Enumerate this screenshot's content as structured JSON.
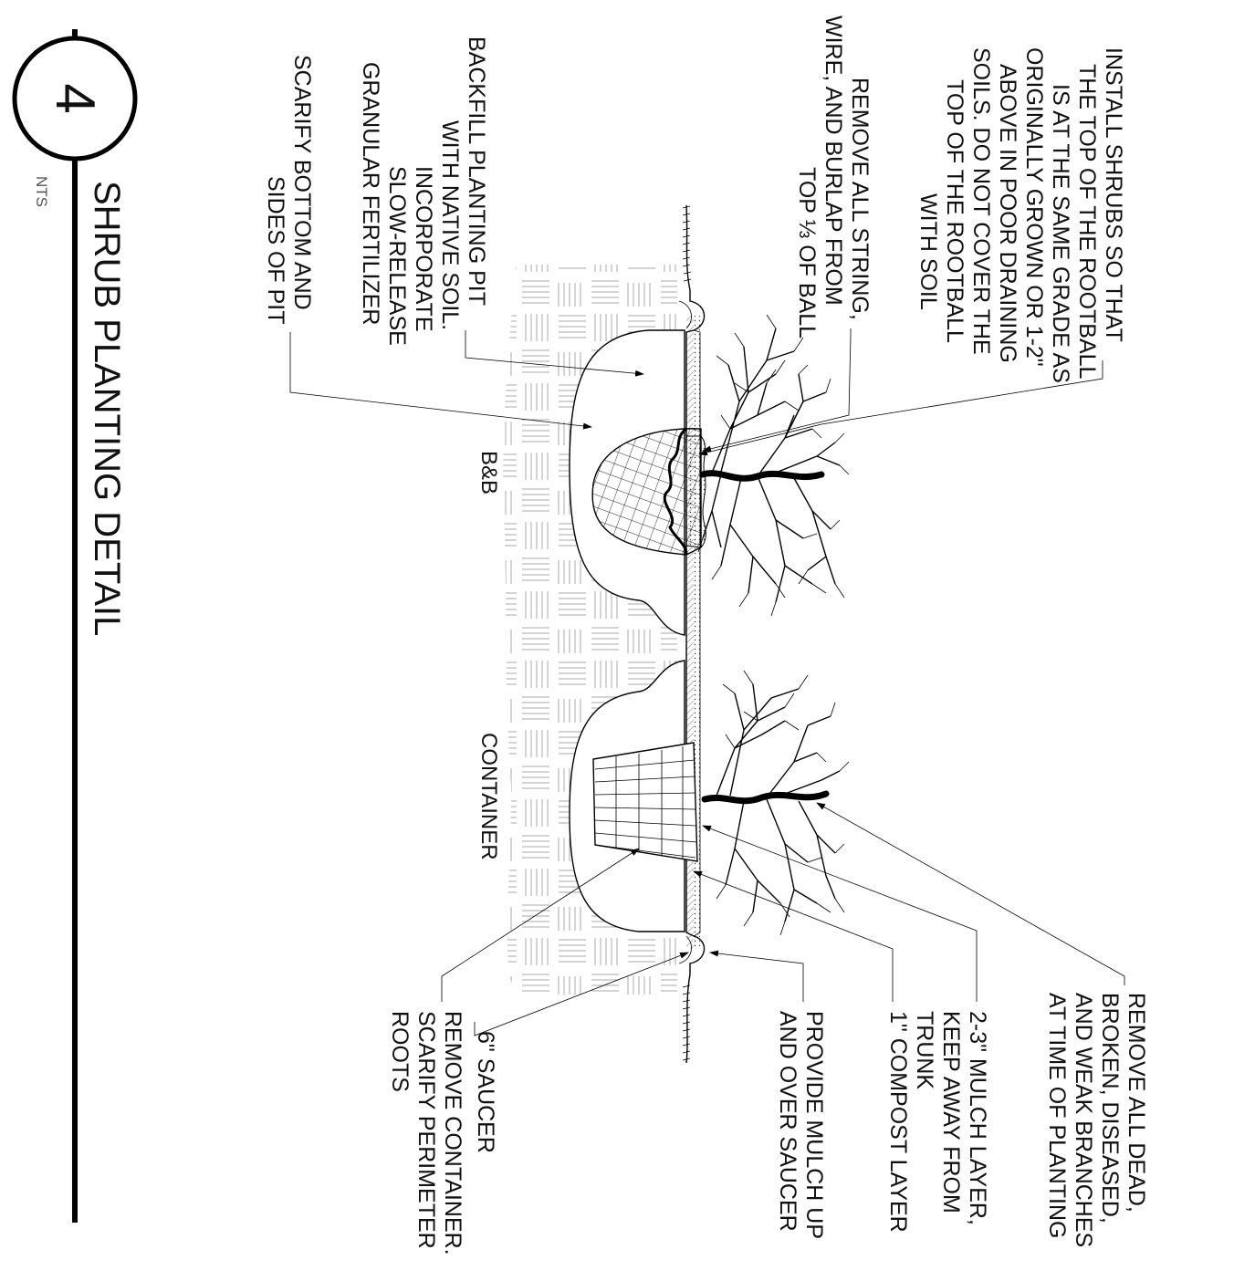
{
  "detail": {
    "number": "4",
    "title": "SHRUB PLANTING DETAIL",
    "scale": "NTS"
  },
  "labels": {
    "bb": "B&B",
    "container": "CONTAINER"
  },
  "notes": {
    "install_shrubs": [
      "INSTALL SHRUBS SO THAT",
      "THE TOP OF THE ROOTBALL",
      "IS AT THE SAME GRADE AS",
      "ORIGINALLY GROWN OR 1-2\"",
      "ABOVE IN POOR DRAINING",
      "SOILS. DO NOT COVER THE",
      "TOP OF THE ROOTBALL",
      "WITH SOIL"
    ],
    "remove_string": [
      "REMOVE ALL STRING,",
      "WIRE, AND BURLAP FROM",
      "TOP ⅓ OF BALL"
    ],
    "backfill": [
      "BACKFILL PLANTING PIT",
      "WITH NATIVE SOIL.",
      "INCORPORATE",
      "SLOW-RELEASE",
      "GRANULAR FERTILIZER"
    ],
    "scarify_pit": [
      "SCARIFY BOTTOM AND",
      "SIDES OF PIT"
    ],
    "remove_dead": [
      "REMOVE ALL DEAD,",
      "BROKEN, DISEASED,",
      "AND WEAK BRANCHES",
      "AT TIME OF PLANTING"
    ],
    "mulch_layer": [
      "2-3\" MULCH LAYER,",
      "KEEP AWAY FROM",
      "TRUNK"
    ],
    "compost_layer": [
      "1\" COMPOST LAYER"
    ],
    "mulch_saucer": [
      "PROVIDE MULCH UP",
      "AND OVER SAUCER"
    ],
    "saucer": [
      "6\" SAUCER"
    ],
    "remove_container": [
      "REMOVE CONTAINER.",
      "SCARIFY PERIMETER",
      "ROOTS"
    ]
  }
}
